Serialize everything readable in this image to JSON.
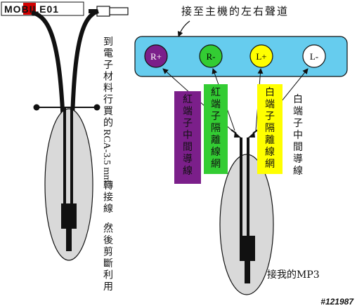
{
  "watermark": {
    "logo_text": "MOBILE01",
    "id_text": "#121987"
  },
  "top_caption": "接至主機的左右聲道",
  "terminals": [
    {
      "label": "R+",
      "fill": "#7b1f8a",
      "text_color": "#ffffff"
    },
    {
      "label": "R-",
      "fill": "#33cc33",
      "text_color": "#000000"
    },
    {
      "label": "L+",
      "fill": "#ffff00",
      "text_color": "#000000"
    },
    {
      "label": "L-",
      "fill": "#ffffff",
      "text_color": "#000000"
    }
  ],
  "connector_box_color": "#66ccee",
  "wire_labels": [
    {
      "chars": [
        "紅",
        "端",
        "子",
        "中",
        "間",
        "導",
        "線"
      ],
      "fill": "#7b1f8a"
    },
    {
      "chars": [
        "紅",
        "端",
        "子",
        "隔",
        "離",
        "線",
        "網"
      ],
      "fill": "#33cc33"
    },
    {
      "chars": [
        "白",
        "端",
        "子",
        "隔",
        "離",
        "線",
        "網"
      ],
      "fill": "#ffff00"
    },
    {
      "chars": [
        "白",
        "端",
        "子",
        "中",
        "間",
        "導",
        "線"
      ],
      "fill": "none"
    }
  ],
  "side_note_lines": [
    [
      "到",
      "電",
      "子",
      "材",
      "料",
      "行",
      "買",
      "的",
      "RCA-3.5",
      "mm",
      "轉",
      "接",
      "線",
      ",",
      "然",
      "後",
      "剪",
      "斷",
      "利",
      "用"
    ]
  ],
  "plug_caption": "接我的MP3",
  "colors": {
    "plug_body": "#d9d9d9",
    "cable": "#000000",
    "plug_black": "#111111",
    "watermark_red": "#d40000"
  }
}
